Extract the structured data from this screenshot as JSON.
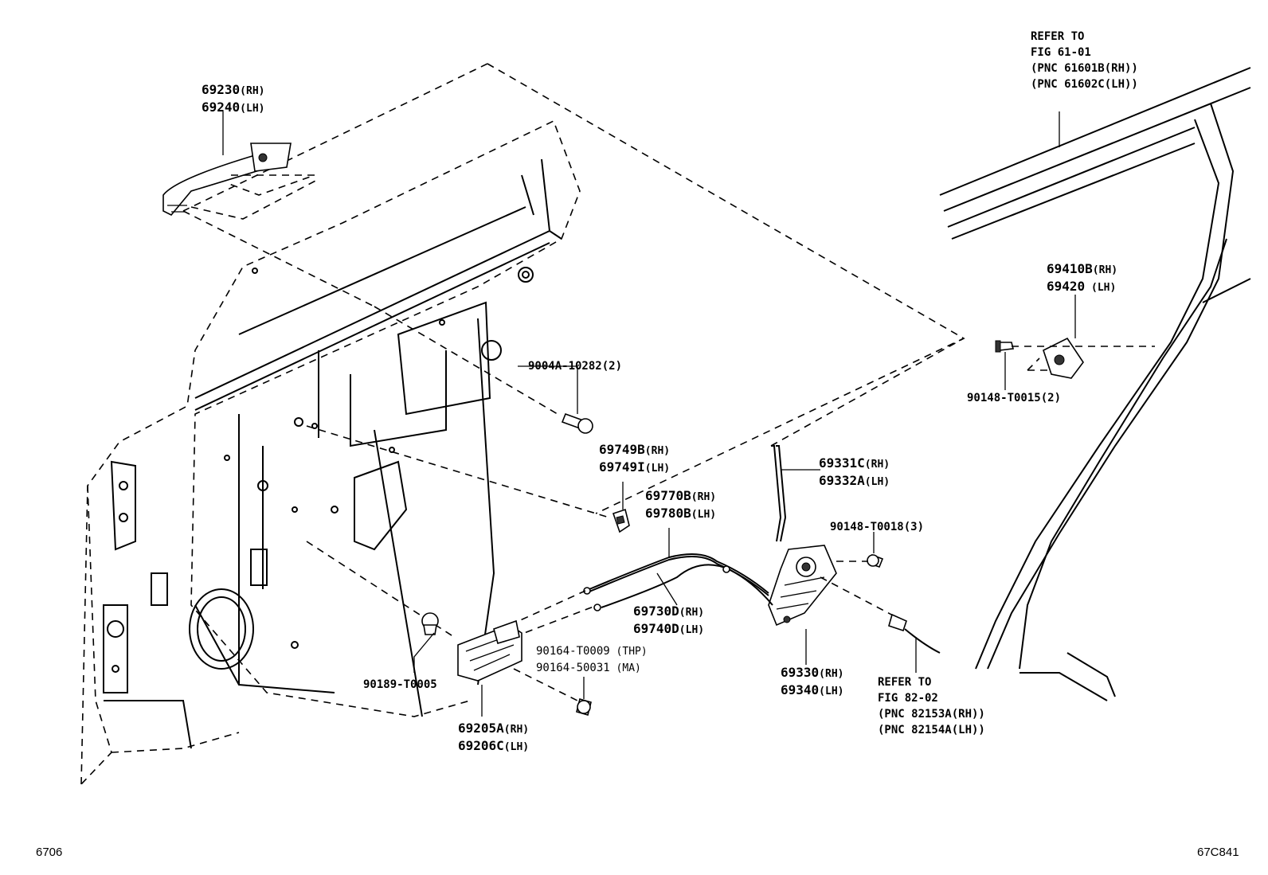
{
  "labels": {
    "handle_outer": {
      "line1": "69230",
      "sfx1": "(RH)",
      "line2": "69240",
      "sfx2": "(LH)"
    },
    "refer_glass": {
      "line1": "REFER TO",
      "line2": "FIG 61-01",
      "line3": "(PNC 61601B(RH))",
      "line4": "(PNC 61602C(LH))"
    },
    "striker": {
      "line1": "69410B",
      "sfx1": "(RH)",
      "line2": "69420",
      "sfx2": " (LH)"
    },
    "striker_bolt": "90148-T0015(2)",
    "bolt_door": "9004A-10282(2)",
    "clip": {
      "line1": "69749B",
      "sfx1": "(RH)",
      "line2": "69749I",
      "sfx2": "(LH)"
    },
    "rod": {
      "line1": "69331C",
      "sfx1": "(RH)",
      "line2": "69332A",
      "sfx2": "(LH)"
    },
    "cable_upper": {
      "line1": "69770B",
      "sfx1": "(RH)",
      "line2": "69780B",
      "sfx2": "(LH)"
    },
    "lock_screw": "90148-T0018(3)",
    "cable_lower": {
      "line1": "69730D",
      "sfx1": "(RH)",
      "line2": "69740D",
      "sfx2": "(LH)"
    },
    "screw_inner": {
      "line1": "90164-T0009",
      "sfx1": " (THP)",
      "line2": "90164-50031",
      "sfx2": " (MA)"
    },
    "grommet": "90189-T0005",
    "handle_inner": {
      "line1": "69205A",
      "sfx1": "(RH)",
      "line2": "69206C",
      "sfx2": "(LH)"
    },
    "lock": {
      "line1": "69330",
      "sfx1": "(RH)",
      "line2": "69340",
      "sfx2": "(LH)"
    },
    "refer_wire": {
      "line1": "REFER TO",
      "line2": "FIG 82-02",
      "line3": "(PNC 82153A(RH))",
      "line4": "(PNC 82154A(LH))"
    }
  },
  "footer": {
    "left": "6706",
    "right": "67C841"
  }
}
